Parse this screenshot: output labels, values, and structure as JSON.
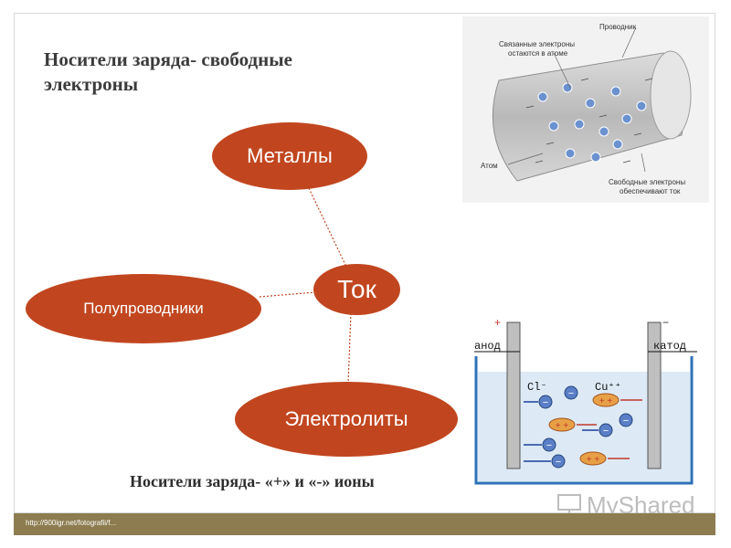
{
  "slide": {
    "title": "Носители заряда- свободные электроны",
    "subtitle": "Носители заряда- «+» и «-» ионы",
    "source_url": "http://900igr.net/fotografii/f...",
    "logo_text": "MyShared"
  },
  "mindmap": {
    "center": "Ток",
    "nodes": [
      "Металлы",
      "Полупроводники",
      "Электролиты"
    ]
  },
  "conductor_figure": {
    "label_conductor": "Проводник",
    "label_bound_line1": "Связанные электроны",
    "label_bound_line2": "остаются в атоме",
    "label_atom": "Атом",
    "label_free_line1": "Свободные электроны",
    "label_free_line2": "обеспечивают ток"
  },
  "electrolysis_figure": {
    "plus": "+",
    "minus": "−",
    "anode": "анод",
    "cathode": "катод",
    "anion": "Cl⁻",
    "cation": "Cu⁺⁺",
    "ion_plus": "+ +",
    "ion_minus": "−"
  },
  "colors": {
    "node_fill": "#c1461f",
    "connector": "#c1461f",
    "footer": "#8d7c4f",
    "anion_fill": "#5b7fc6",
    "cation_fill": "#e8a047"
  }
}
